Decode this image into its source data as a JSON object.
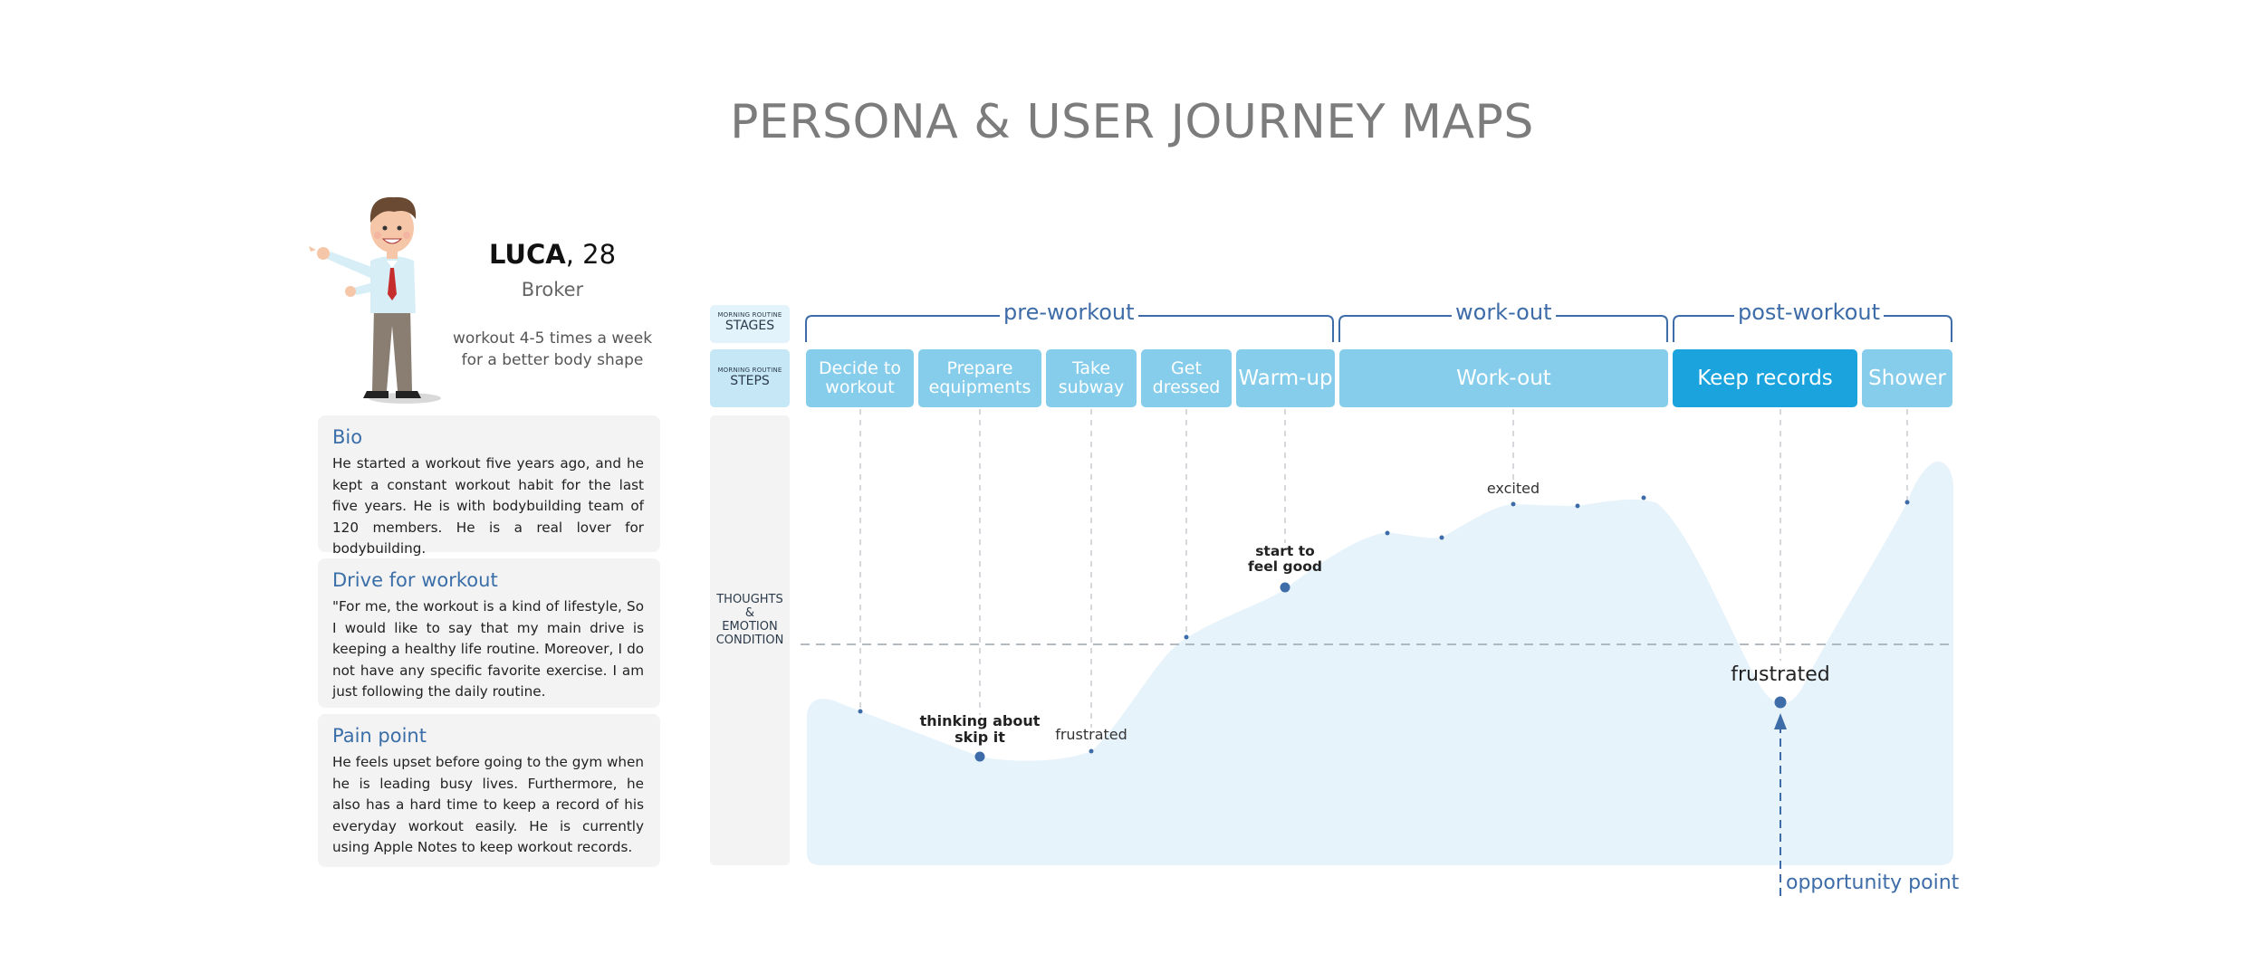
{
  "title": "PERSONA & USER JOURNEY MAPS",
  "persona": {
    "name": "LUCA",
    "age": ", 28",
    "role": "Broker",
    "goal_line1": "workout 4-5 times a week",
    "goal_line2": "for a better body shape"
  },
  "cards": [
    {
      "heading": "Bio",
      "body": "He started a workout five years ago, and he kept a constant workout habit for the last five years. He is with bodybuilding team of 120 members. He is a real lover for bodybuilding."
    },
    {
      "heading": "Drive for workout",
      "body": "\"For me, the workout is a kind of lifestyle, So I would like to say that my main drive is keeping a healthy life routine. Moreover, I do not have any specific favorite exercise. I am just following the daily routine."
    },
    {
      "heading": "Pain point",
      "body": "He feels upset before going to the gym when he is leading busy lives. Furthermore, he also has a hard time to keep a record of his everyday workout easily. He is currently using Apple Notes to keep workout records."
    }
  ],
  "row_labels": {
    "stages_small": "MORNING ROUTINE",
    "stages": "STAGES",
    "steps_small": "MORNING ROUTINE",
    "steps": "STEPS",
    "thoughts_1": "THOUGHTS",
    "thoughts_2": "&",
    "thoughts_3": "EMOTION",
    "thoughts_4": "CONDITION"
  },
  "stages": [
    "pre-workout",
    "work-out",
    "post-workout"
  ],
  "steps": [
    {
      "l1": "Decide to",
      "l2": "workout"
    },
    {
      "l1": "Prepare",
      "l2": "equipments"
    },
    {
      "l1": "Take",
      "l2": "subway"
    },
    {
      "l1": "Get",
      "l2": "dressed"
    },
    {
      "l1": "Warm-up",
      "l2": ""
    },
    {
      "l1": "Work-out",
      "l2": ""
    },
    {
      "l1": "Keep records",
      "l2": ""
    },
    {
      "l1": "Shower",
      "l2": ""
    }
  ],
  "emotions": {
    "skip_1": "thinking about",
    "skip_2": "skip it",
    "frustrated_small": "frustrated",
    "feel_good_1": "start to",
    "feel_good_2": "feel good",
    "excited": "excited",
    "frustrated_big": "frustrated"
  },
  "opportunity": "opportunity point",
  "colors": {
    "accent": "#3d6ca8",
    "step": "#85cdea",
    "step_active": "#1aa3dc",
    "curve_fill": "#e7f3fb",
    "title": "#7c7c7c"
  }
}
